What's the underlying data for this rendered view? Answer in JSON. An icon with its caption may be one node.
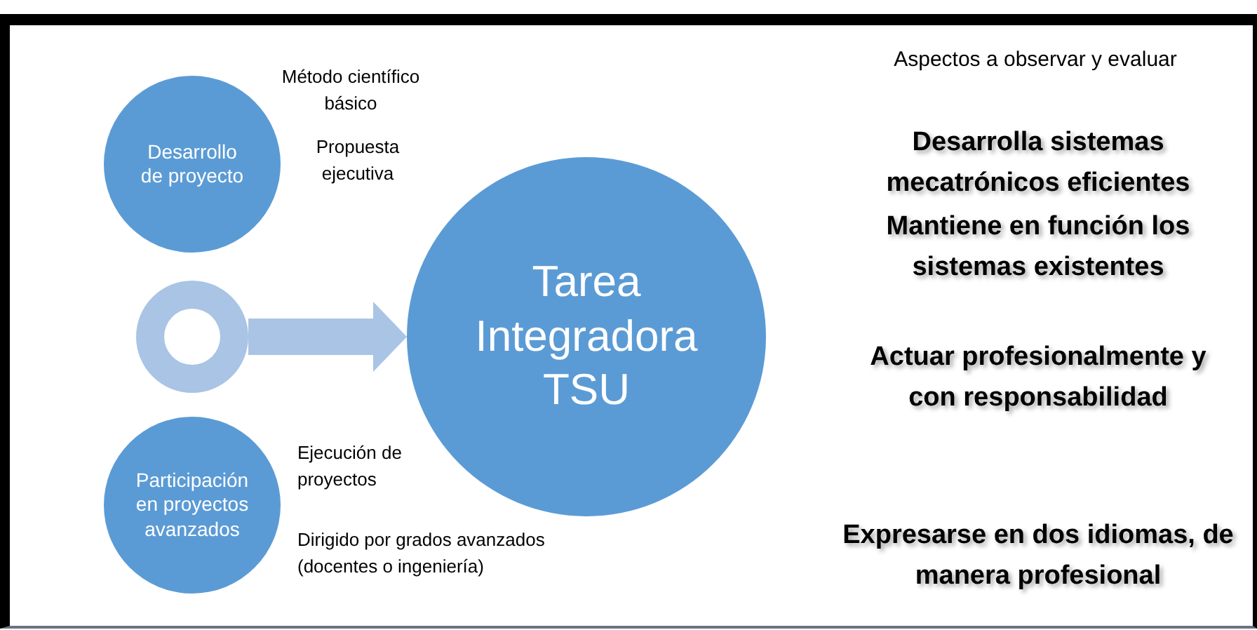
{
  "diagram": {
    "nodes": [
      {
        "text": [
          "Desarrollo de proyecto"
        ]
      },
      {
        "text": [],
        "shape": "circle"
      },
      {
        "text": [
          "Participación en proyectos avanzados"
        ]
      },
      {
        "text": [
          "Tarea Integradora TSU"
        ]
      }
    ],
    "edges": [
      {
        "from": 1,
        "to": 3,
        "arrow": "to",
        "color": "#a9c4e4"
      }
    ],
    "labels": [
      "Método científico básico",
      "Propuesta ejecutiva",
      "Ejecución de proyectos",
      "Dirigido por grados avanzados (docentes o ingeniería)",
      "Aspectos a observar y evaluar",
      "Desarrolla sistemas mecatrónicos eficientes",
      "Mantiene en función los sistemas existentes",
      "Actuar profesionalmente y con responsabilidad",
      "Expresarse en dos idiomas, de manera profesional"
    ]
  }
}
